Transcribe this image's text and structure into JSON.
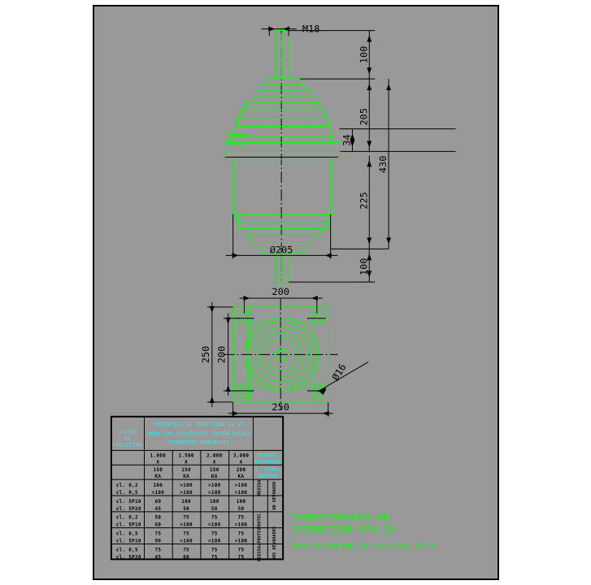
{
  "drawing": {
    "title_line1": "TRANSFORMADOR DE",
    "title_line2": "INTENSIDAD APK-24",
    "title_line3": "Tensión máxima de servicio 24 kV"
  },
  "elevation": {
    "thread_label": "M18",
    "dim_100_top": "100",
    "dim_205": "205",
    "dim_34": "34",
    "dim_430": "430",
    "dim_225": "225",
    "dim_100_bottom": "100",
    "dim_diam_205": "Ø205"
  },
  "plan": {
    "dim_200_top": "200",
    "dim_250_left": "250",
    "dim_200_left": "200",
    "dim_250_bottom": "250",
    "dim_diam_16": "Ø16"
  },
  "table": {
    "corner_header": [
      "CLASES",
      "DE",
      "PRECISION"
    ],
    "main_header": [
      "POTENCIAS DE PRECISION EN VA",
      "PARA LAS SIGUIENTES INTENSIDADES",
      "PRIMARIAS NOMINALES"
    ],
    "current_header_label": [
      "INTENS.",
      "PRIMARIA"
    ],
    "thermal_header_label": [
      "I. TERM.",
      "MAXIMA"
    ],
    "current_columns": [
      {
        "value": "1.000",
        "unit": "A",
        "thermal": "150",
        "thermal_unit": "KA"
      },
      {
        "value": "1.500",
        "unit": "A",
        "thermal": "150",
        "thermal_unit": "KA"
      },
      {
        "value": "2.000",
        "unit": "A",
        "thermal": "150",
        "thermal_unit": "KA"
      },
      {
        "value": "3.000",
        "unit": "A",
        "thermal": "200",
        "thermal_unit": "KA"
      }
    ],
    "rows": [
      {
        "class": "cl. 0,2",
        "values": [
          "100",
          ">100",
          ">100",
          ">100"
        ]
      },
      {
        "class": "cl. 0,5",
        "values": [
          ">100",
          ">100",
          ">100",
          ">100"
        ]
      },
      {
        "class": "cl. 5P10",
        "values": [
          "60",
          "100",
          "100",
          "100"
        ]
      },
      {
        "class": "cl. 5P20",
        "values": [
          "45",
          "50",
          "50",
          "50"
        ]
      },
      {
        "class": "cl. 0,2",
        "values": [
          "50",
          "75",
          "75",
          "75"
        ]
      },
      {
        "class": "cl. 5P10",
        "values": [
          "60",
          ">100",
          ">100",
          ">100"
        ]
      },
      {
        "class": "cl. 0,5",
        "values": [
          "75",
          "75",
          "75",
          "75"
        ]
      },
      {
        "class": "cl. 5P10",
        "values": [
          "90",
          ">100",
          ">100",
          ">100"
        ]
      },
      {
        "class": "cl. 0,5",
        "values": [
          "75",
          "75",
          "75",
          "75"
        ]
      },
      {
        "class": "cl. 5P20",
        "values": [
          "45",
          "60",
          "75",
          "75"
        ]
      }
    ],
    "group_labels_inner": [
      "MEDIDA",
      "PROTEC.",
      "MEDIDA+PROTEC."
    ],
    "group_labels_outer": [
      "UN DEVANADO",
      "DOS DEVANADOS"
    ]
  },
  "colors": {
    "background": "#999999",
    "geometry": "#00ff00",
    "dimension": "#000000",
    "header_text": "#00ffff",
    "title_text": "#00ff00",
    "page": "#ffffff"
  }
}
